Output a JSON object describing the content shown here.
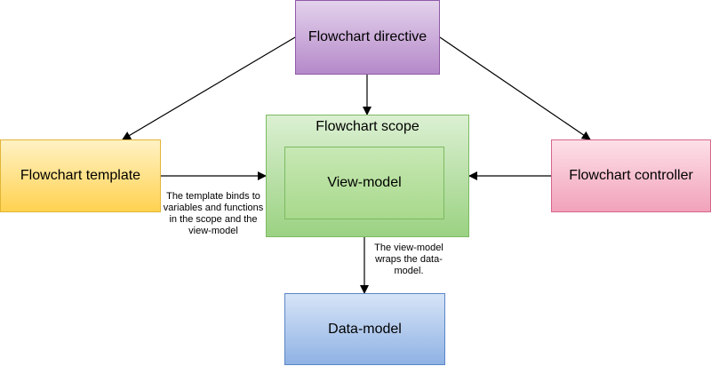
{
  "nodes": {
    "directive": "Flowchart directive",
    "template": "Flowchart template",
    "scope": "Flowchart scope",
    "viewmodel": "View-model",
    "controller": "Flowchart controller",
    "datamodel": "Data-model"
  },
  "notes": {
    "template_binds": "The template binds to variables and functions in the scope and the view-model",
    "viewmodel_wraps": "The view-model wraps the data-model."
  },
  "colors": {
    "directive": "#b589c9",
    "template": "#ffd250",
    "scope": "#9bd282",
    "controller": "#f1a2ba",
    "datamodel": "#8fb2e4",
    "edge": "#000000"
  }
}
